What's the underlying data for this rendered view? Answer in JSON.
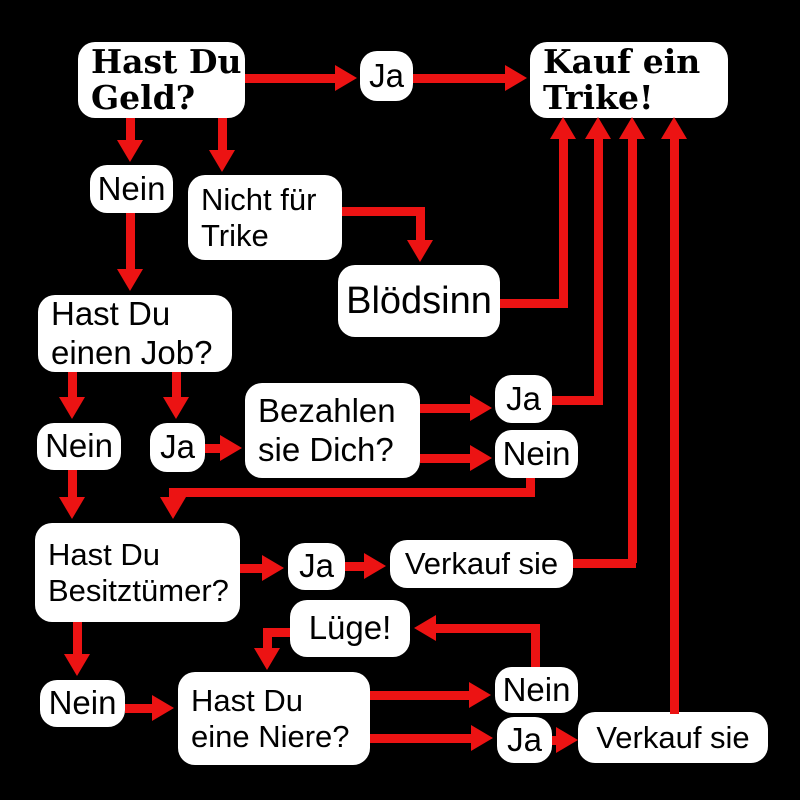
{
  "title": "Trike Kauf Flussdiagramm",
  "colors": {
    "background": "#000000",
    "arrow": "#ec1313",
    "node_bg": "#ffffff",
    "node_text": "#000000"
  },
  "nodes": {
    "geld": {
      "label": "Hast Du\nGeld?"
    },
    "ja_geld": {
      "label": "Ja"
    },
    "kauf": {
      "label": "Kauf ein\nTrike!"
    },
    "nein_geld": {
      "label": "Nein"
    },
    "nicht_fuer_trike": {
      "label": "Nicht für\nTrike"
    },
    "bloedsinn": {
      "label": "Blödsinn"
    },
    "job": {
      "label": "Hast Du\neinen Job?"
    },
    "nein_job": {
      "label": "Nein"
    },
    "ja_job": {
      "label": "Ja"
    },
    "bezahlen": {
      "label": "Bezahlen\nsie Dich?"
    },
    "ja_bezahlen": {
      "label": "Ja"
    },
    "nein_bezahlen": {
      "label": "Nein"
    },
    "besitz": {
      "label": "Hast Du\nBesitztümer?"
    },
    "ja_besitz": {
      "label": "Ja"
    },
    "verkauf_besitz": {
      "label": "Verkauf sie"
    },
    "luege": {
      "label": "Lüge!"
    },
    "nein_besitz": {
      "label": "Nein"
    },
    "niere": {
      "label": "Hast Du\neine Niere?"
    },
    "nein_niere": {
      "label": "Nein"
    },
    "ja_niere": {
      "label": "Ja"
    },
    "verkauf_niere": {
      "label": "Verkauf sie"
    }
  },
  "edges": [
    {
      "from": "Hast Du Geld?",
      "to": "Ja"
    },
    {
      "from": "Ja",
      "to": "Kauf ein Trike!"
    },
    {
      "from": "Hast Du Geld?",
      "to": "Nein"
    },
    {
      "from": "Hast Du Geld?",
      "to": "Nicht für Trike"
    },
    {
      "from": "Nicht für Trike",
      "to": "Blödsinn"
    },
    {
      "from": "Blödsinn",
      "to": "Kauf ein Trike!"
    },
    {
      "from": "Nein",
      "to": "Hast Du einen Job?"
    },
    {
      "from": "Hast Du einen Job?",
      "to": "Nein"
    },
    {
      "from": "Hast Du einen Job?",
      "to": "Ja"
    },
    {
      "from": "Ja",
      "to": "Bezahlen sie Dich?"
    },
    {
      "from": "Bezahlen sie Dich?",
      "to": "Ja"
    },
    {
      "from": "Bezahlen sie Dich?",
      "to": "Nein"
    },
    {
      "from": "Ja",
      "to": "Kauf ein Trike!"
    },
    {
      "from": "Nein",
      "to": "Hast Du Besitztümer?"
    },
    {
      "from": "Hast Du Besitztümer?",
      "to": "Ja"
    },
    {
      "from": "Ja",
      "to": "Verkauf sie"
    },
    {
      "from": "Verkauf sie",
      "to": "Kauf ein Trike!"
    },
    {
      "from": "Hast Du Besitztümer?",
      "to": "Nein"
    },
    {
      "from": "Nein",
      "to": "Hast Du eine Niere?"
    },
    {
      "from": "Hast Du eine Niere?",
      "to": "Nein"
    },
    {
      "from": "Hast Du eine Niere?",
      "to": "Ja"
    },
    {
      "from": "Nein",
      "to": "Lüge!"
    },
    {
      "from": "Lüge!",
      "to": "Hast Du eine Niere?"
    },
    {
      "from": "Ja",
      "to": "Verkauf sie"
    },
    {
      "from": "Verkauf sie",
      "to": "Kauf ein Trike!"
    }
  ]
}
